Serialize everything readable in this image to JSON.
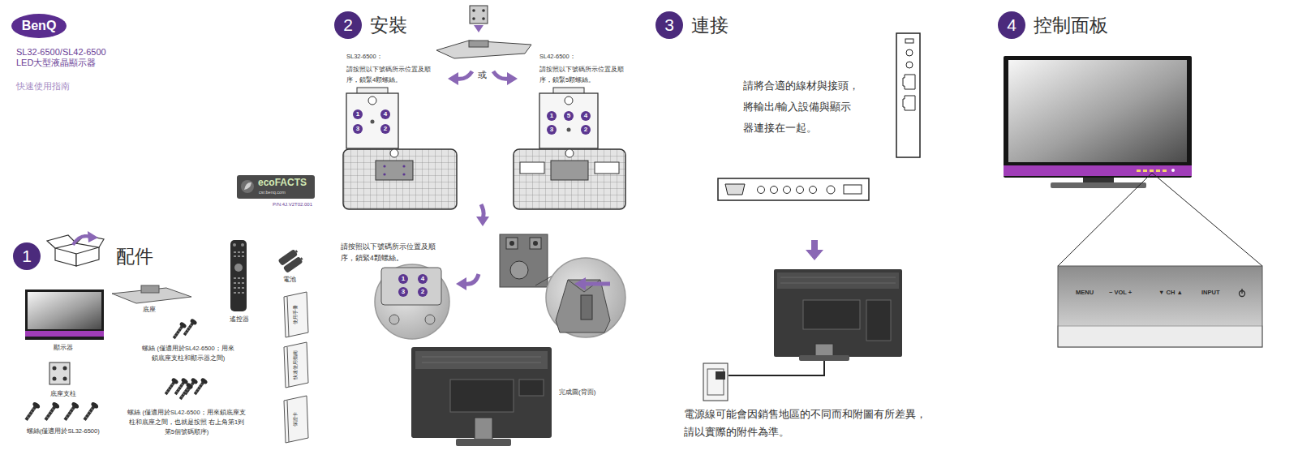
{
  "diagram": {
    "title": "SL32-6500/SL42-6500 LED大型液晶顯示器",
    "nodes": [
      {
        "text": [
          "BenQ"
        ]
      },
      {
        "text": [
          "ecoFACTS",
          "csr.benq.com"
        ]
      },
      {
        "text": [
          "1",
          "配件"
        ]
      },
      {
        "text": [
          "2",
          "安裝"
        ]
      },
      {
        "text": [
          "3",
          "連接"
        ]
      },
      {
        "text": [
          "4",
          "控制面板"
        ]
      },
      {
        "text": [
          "MENU",
          "− VOL +",
          "▼ CH ▲",
          "INPUT"
        ]
      }
    ],
    "labels": [
      "快速使用指南",
      "P/N:4J.V2T02.001",
      "顯示器",
      "底座",
      "遙控器",
      "電池",
      "使用手冊",
      "快速使用指南",
      "保證卡",
      "底座支柱",
      "螺絲 (僅適用於SL42-6500；用來鎖底座支柱和顯示器之間)",
      "螺絲 (僅適用於SL42-6500；用來鎖底座支柱和底座之間，也就是按照 右上角第1到第5個號碼順序)",
      "螺絲(僅適用於SL32-6500)",
      "SL32-6500：",
      "請按照以下號碼所示位置及順序，鎖緊4顆螺絲。",
      "或",
      "SL42-6500：",
      "請按照以下號碼所示位置及順序，鎖緊5顆螺絲。",
      "1",
      "4",
      "3",
      "2",
      "1",
      "5",
      "4",
      "3",
      "2",
      "請按照以下號碼所示位置及順序，鎖緊4顆螺絲。",
      "1",
      "4",
      "3",
      "2",
      "完成圖(背面)",
      "請將合適的線材與接頭，將輸出/輸入設備與顯示器連接在一起。",
      "電源線可能會因銷售地區的不同而和附圖有所差異，請以實際的附件為準。"
    ]
  }
}
